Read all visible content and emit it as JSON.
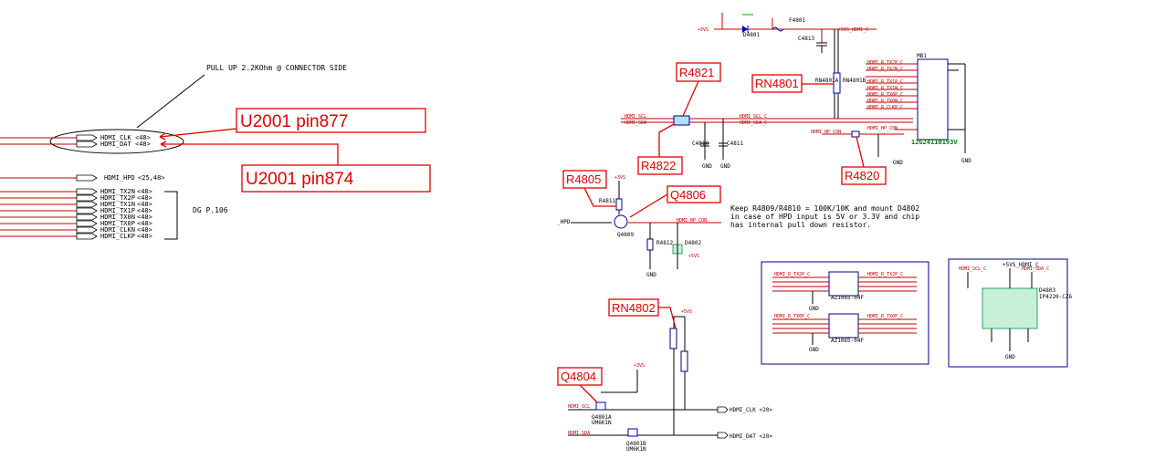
{
  "left_section": {
    "pullup_note": "PULL UP 2.2KOhm @ CONNECTOR SIDE",
    "ports": [
      {
        "label": "HDMI_CLK",
        "ref": "<48>"
      },
      {
        "label": "HDMI_DAT",
        "ref": "<48>"
      },
      {
        "label": "HDMI_HPD",
        "ref": "<25,48>"
      },
      {
        "label": "HDMI_TX2N",
        "ref": "<48>"
      },
      {
        "label": "HDMI_TX2P",
        "ref": "<48>"
      },
      {
        "label": "HDMI_TX1N",
        "ref": "<48>"
      },
      {
        "label": "HDMI_TX1P",
        "ref": "<48>"
      },
      {
        "label": "HDMI_TX0N",
        "ref": "<48>"
      },
      {
        "label": "HDMI_TX0P",
        "ref": "<48>"
      },
      {
        "label": "HDMI_CLKN",
        "ref": "<48>"
      },
      {
        "label": "HDMI_CLKP",
        "ref": "<48>"
      }
    ],
    "dg_label": "DG P.106"
  },
  "callouts": {
    "u2001_pin877": "U2001 pin877",
    "u2001_pin874": "U2001 pin874",
    "r4821": "R4821",
    "r4822": "R4822",
    "r4805": "R4805",
    "q4806": "Q4806",
    "rn4801": "RN4801",
    "r4820": "R4820",
    "rn4802": "RN4802",
    "q4804": "Q4804"
  },
  "note": {
    "line1": "Keep R4809/R4810 = 100K/10K and mount D4802",
    "line2": "in case of HPD input is 5V or 3.3V and chip",
    "line3": "has internal pull down resistor."
  },
  "chip": {
    "part_number": "12G24110193V"
  },
  "small_labels": {
    "hdmi_sda_c": "HDMI_SDA_C",
    "hdmi_scl_c": "HDMI_SCL_C",
    "plus5v_hdmi_c": "+5VS_HDMI_C",
    "gnd": "GND",
    "hdmi_clk_out": "HDMI_CLK <20>",
    "hdmi_dat_out": "HDMI_DAT <20>",
    "hdmi_hp_con": "HDMI_HP_CON",
    "plus3v": "+3VS",
    "hpd_in": "_HPD",
    "u4800_a": "UM6K1N",
    "u4800_b": "UM6K1N",
    "d4803": "IP4220-CZ6",
    "az1": "AZ1065-04F",
    "az2": "AZ1065-04F"
  }
}
